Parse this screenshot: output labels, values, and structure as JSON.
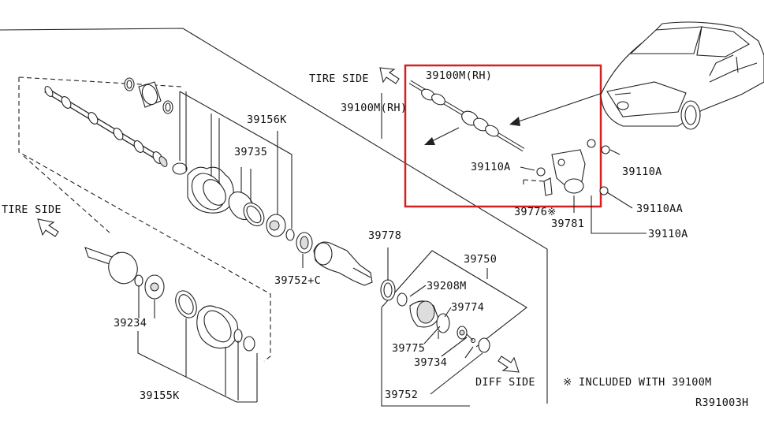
{
  "colors": {
    "highlight": "#d42020",
    "line": "#222222",
    "background": "#ffffff"
  },
  "direction_labels": {
    "tire_side_upper": "TIRE SIDE",
    "tire_side_left": "TIRE SIDE",
    "diff_side": "DIFF SIDE"
  },
  "note": "※ INCLUDED WITH 39100M",
  "diagram_id": "R391003H",
  "parts": {
    "p39100m_rh_box": "39100M(RH)",
    "p39100m_rh_main": "39100M(RH)",
    "p39156k": "39156K",
    "p39735": "39735",
    "p39752c": "39752+C",
    "p39778": "39778",
    "p39750": "39750",
    "p39208m": "39208M",
    "p39774": "39774",
    "p39775": "39775",
    "p39734": "39734",
    "p39752": "39752",
    "p39234": "39234",
    "p39155k": "39155K",
    "p39110a_left": "39110A",
    "p39110a_right": "39110A",
    "p39110aa": "39110AA",
    "p39110a_bottom": "39110A",
    "p39776": "39776※",
    "p39781": "39781"
  },
  "icons": [
    "arrow-up-left-icon",
    "arrow-down-right-icon",
    "vehicle-illustration-icon"
  ]
}
